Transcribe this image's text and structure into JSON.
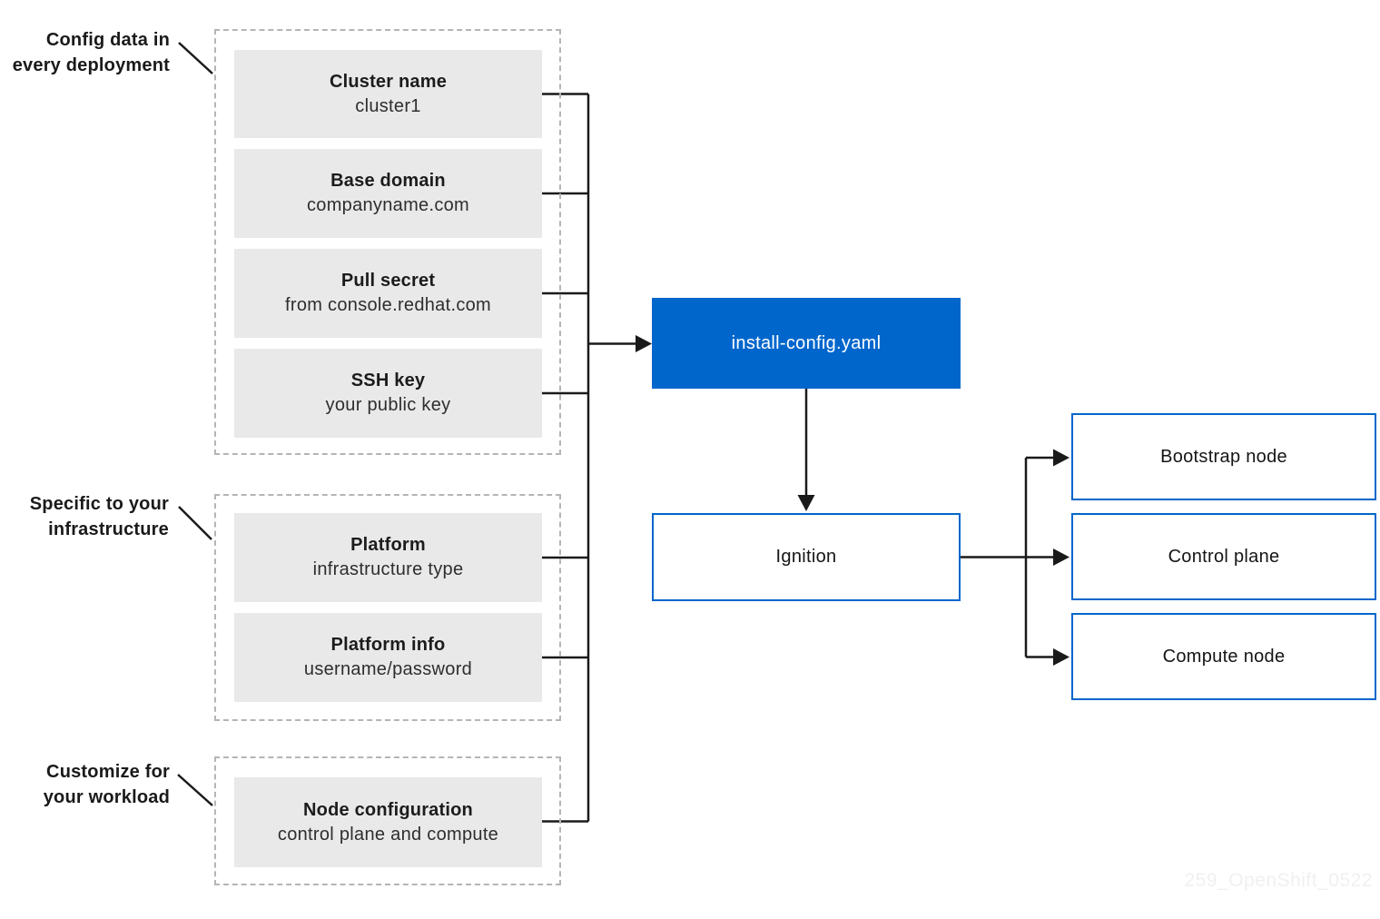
{
  "diagram": {
    "side_labels": {
      "config_data": {
        "line1": "Config data in",
        "line2": "every deployment"
      },
      "infrastructure": {
        "line1": "Specific to your",
        "line2": "infrastructure"
      },
      "workload": {
        "line1": "Customize for",
        "line2": "your workload"
      }
    },
    "config_boxes": {
      "deployment": [
        {
          "title": "Cluster name",
          "subtitle": "cluster1"
        },
        {
          "title": "Base domain",
          "subtitle": "companyname.com"
        },
        {
          "title": "Pull secret",
          "subtitle": "from console.redhat.com"
        },
        {
          "title": "SSH key",
          "subtitle": "your public key"
        }
      ],
      "infrastructure": [
        {
          "title": "Platform",
          "subtitle": "infrastructure type"
        },
        {
          "title": "Platform info",
          "subtitle": "username/password"
        }
      ],
      "workload": [
        {
          "title": "Node configuration",
          "subtitle": "control plane and compute"
        }
      ]
    },
    "nodes": {
      "install_config": {
        "label": "install-config.yaml"
      },
      "ignition": {
        "label": "Ignition"
      },
      "bootstrap": {
        "label": "Bootstrap node"
      },
      "control_plane": {
        "label": "Control plane"
      },
      "compute": {
        "label": "Compute node"
      }
    },
    "watermark": "259_OpenShift_0522",
    "colors": {
      "accent_blue": "#0066cc",
      "box_fill_gray": "#e9e9e9",
      "dashed_border_gray": "#b5b5b5",
      "line_black": "#1a1a1a"
    }
  }
}
